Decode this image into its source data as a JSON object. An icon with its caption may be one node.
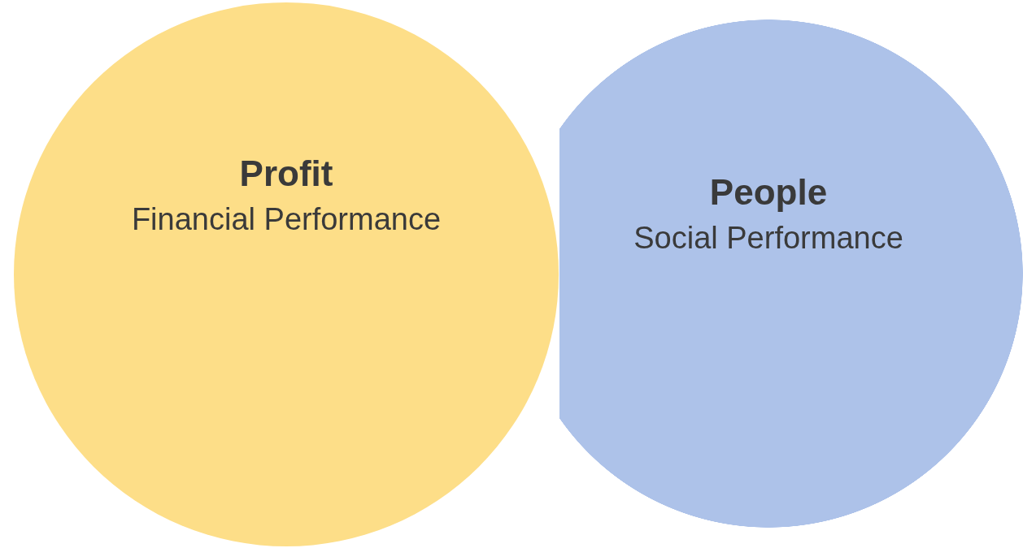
{
  "diagram": {
    "nodes": [
      {
        "text": [
          "People",
          "Social Performance"
        ]
      },
      {
        "text": [
          "Profit",
          "Financial Performance"
        ]
      }
    ]
  }
}
